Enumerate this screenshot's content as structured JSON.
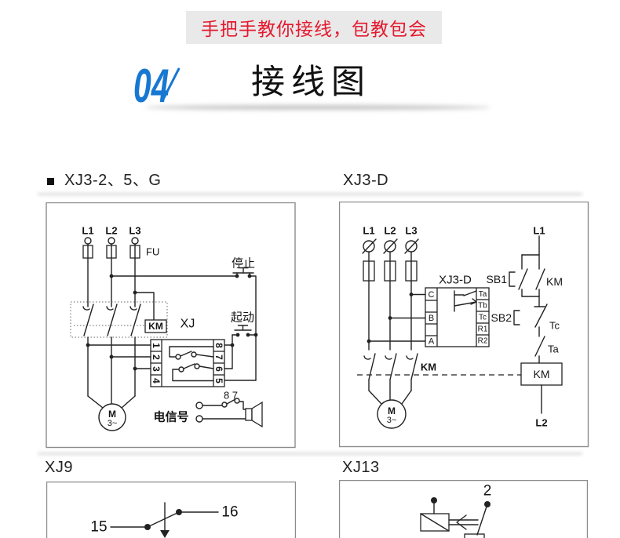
{
  "banner": {
    "text": "手把手教你接线，包教包会",
    "bg_color": "#e9e9e9",
    "text_color": "#e5182e"
  },
  "header": {
    "number": "04",
    "number_color": "#1778d2",
    "title": "接线图"
  },
  "sections": {
    "s1": {
      "label": "XJ3-2、5、G"
    },
    "s2": {
      "label": "XJ3-D"
    },
    "s3": {
      "label": "XJ9"
    },
    "s4": {
      "label": "XJ13"
    }
  },
  "d1": {
    "l1": "L1",
    "l2": "L2",
    "l3": "L3",
    "fu": "FU",
    "stop": "停止",
    "start": "起动",
    "km": "KM",
    "xj": "XJ",
    "t1": "1",
    "t2": "2",
    "t3": "3",
    "t4": "4",
    "t8": "8",
    "t7": "7",
    "t6": "6",
    "t5": "5",
    "signal": "电信号",
    "sig87": "8 7",
    "m": "M",
    "ph": "3~"
  },
  "d2": {
    "l1": "L1",
    "l2": "L2",
    "l3": "L3",
    "dev": "XJ3-D",
    "tC": "C",
    "tB": "B",
    "tA": "A",
    "ta": "Ta",
    "tb": "Tb",
    "tc": "Tc",
    "r1": "R1",
    "r2": "R2",
    "rl1": "L1",
    "rl2": "L2",
    "sb1": "SB1",
    "sb2": "SB2",
    "km_aux": "KM",
    "tc_lbl": "Tc",
    "ta_lbl": "Ta",
    "km_lbl": "KM",
    "km_coil": "KM",
    "m": "M",
    "ph": "3~"
  },
  "d3": {
    "n15": "15",
    "n16": "16"
  },
  "d4": {
    "n2": "2"
  }
}
